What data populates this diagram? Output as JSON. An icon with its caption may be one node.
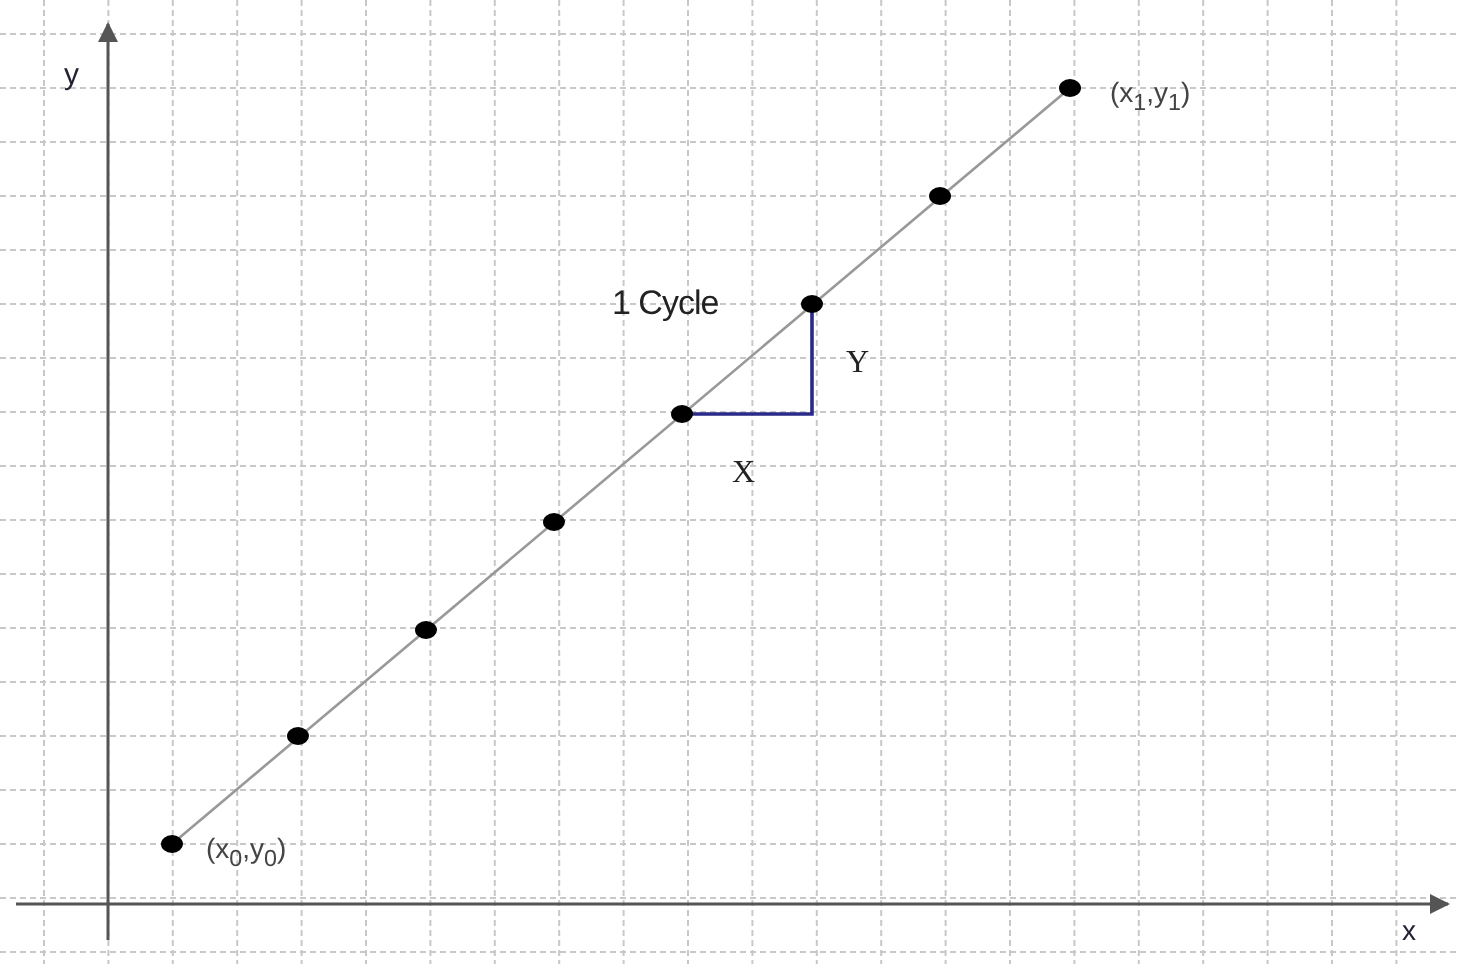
{
  "diagram": {
    "labels": [
      "y",
      "(x$_{1}$,y$_{1}$)",
      "1 Cycle",
      "Y",
      "X",
      "(x$_{0}$,y$_{0}$)",
      "x"
    ]
  }
}
